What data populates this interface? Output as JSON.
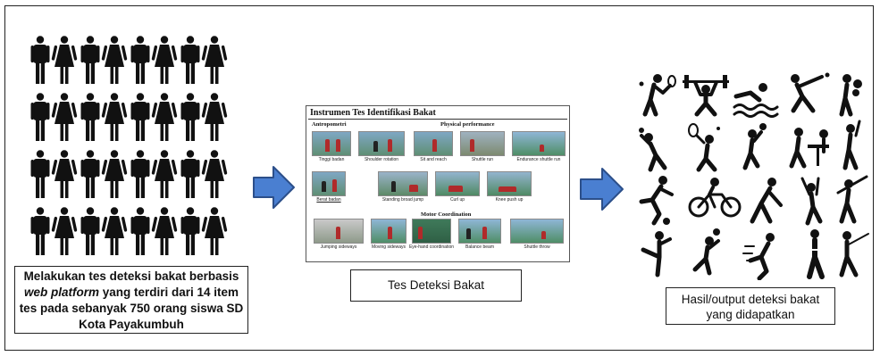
{
  "left": {
    "caption_line1": "Melakukan tes deteksi bakat berbasis",
    "caption_line2_em": "web platform",
    "caption_line2_rest": " yang terdiri dari 14 item",
    "caption_line3": "tes pada sebanyak 750 orang siswa SD",
    "caption_line4": "Kota Payakumbuh"
  },
  "middle": {
    "card_title": "Instrumen Tes Identifikasi Bakat",
    "section_antropometri": "Antropometri",
    "section_physical": "Physical performance",
    "section_motor": "Motor Coordination",
    "tests": [
      "Tinggi badan",
      "Shoulder rotation",
      "Sit and reach",
      "Shuttle run",
      "Endurance shuttle run",
      "Berat badan",
      "Standing broad jump",
      "Curl up",
      "Knee push up",
      "Jumping sideways",
      "Moving sideways",
      "Eye-hand coordination",
      "Balance beam",
      "Shuttle throw"
    ],
    "caption": "Tes Deteksi Bakat"
  },
  "right": {
    "caption_line1": "Hasil/output deteksi bakat",
    "caption_line2": "yang didapatkan"
  },
  "colors": {
    "arrow_fill": "#4a7fd1",
    "arrow_stroke": "#2c4f8a",
    "figure": "#111111"
  }
}
